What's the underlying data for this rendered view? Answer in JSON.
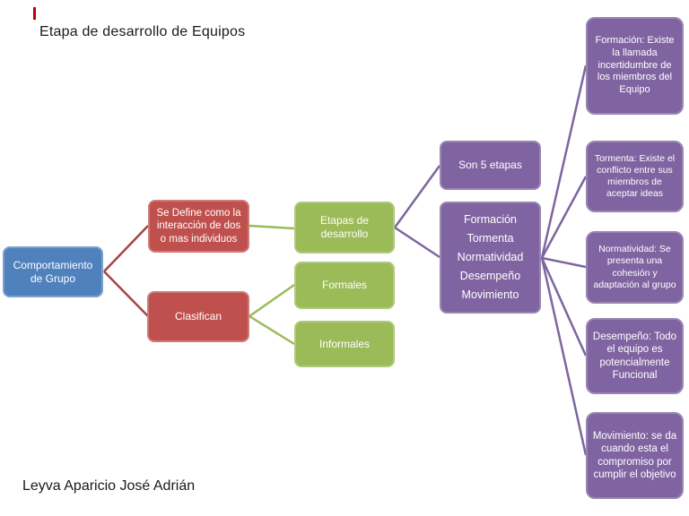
{
  "slide": {
    "title": "Etapa de desarrollo de Equipos",
    "author": "Leyva Aparicio José Adrián"
  },
  "colors": {
    "node_blue": "#4f81bd",
    "node_red": "#c0504d",
    "node_green": "#9bbb59",
    "node_purple": "#8064a2",
    "connector_red": "#a5433f",
    "connector_green": "#9bbb59",
    "connector_purple": "#7d66a0",
    "caret_red": "#c00000"
  },
  "nodes": {
    "root": "Comportamiento de Grupo",
    "definition": "Se Define como la interacción de dos o mas individuos",
    "classify": "Clasifican",
    "stages_title": "Etapas de desarrollo",
    "formal": "Formales",
    "informal": "Informales",
    "count": "Son 5 etapas",
    "stage_list": [
      "Formación",
      "Tormenta",
      "Normatividad",
      "Desempeño",
      "Movimiento"
    ],
    "stage_details": [
      "Formación: Existe la llamada incertidumbre de los miembros del Equipo",
      "Tormenta: Existe el conflicto entre sus miembros de aceptar ideas",
      "Normatividad: Se presenta una cohesión y adaptación al grupo",
      "Desempeño: Todo el equipo es potencialmente Funcional",
      "Movimiento: se da cuando esta el compromiso por cumplir el objetivo"
    ]
  }
}
